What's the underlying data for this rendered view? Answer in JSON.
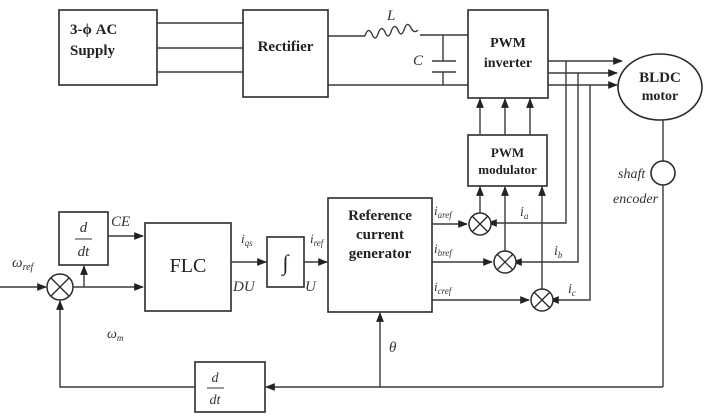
{
  "title": "BLDC motor drive with fuzzy logic speed controller - block diagram",
  "blocks": {
    "ac_supply": {
      "line1": "3-ϕ AC",
      "line2": "Supply"
    },
    "rectifier": {
      "label": "Rectifier"
    },
    "inductor": {
      "label": "L"
    },
    "capacitor": {
      "label": "C"
    },
    "pwm_inverter": {
      "line1": "PWM",
      "line2": "inverter"
    },
    "bldc_motor": {
      "line1": "BLDC",
      "line2": "motor"
    },
    "pwm_modulator": {
      "line1": "PWM",
      "line2": "modulator"
    },
    "shaft_encoder": {
      "line1": "shaft",
      "line2": "encoder"
    },
    "derivative_top": {
      "num": "d",
      "den": "dt"
    },
    "flc": {
      "label": "FLC"
    },
    "integrator": {
      "symbol": "∫"
    },
    "ref_current_gen": {
      "line1": "Reference",
      "line2": "current",
      "line3": "generator"
    },
    "derivative_bottom": {
      "num": "d",
      "den": "dt"
    }
  },
  "signals": {
    "omega_ref": {
      "base": "ω",
      "sub": "ref"
    },
    "omega_m": {
      "base": "ω",
      "sub": "m"
    },
    "ce": "CE",
    "du": "DU",
    "iqs": {
      "base": "i",
      "sub": "qs"
    },
    "iref": {
      "base": "i",
      "sub": "ref"
    },
    "u": "U",
    "theta": "θ",
    "iaref": {
      "base": "i",
      "sub": "aref"
    },
    "ibref": {
      "base": "i",
      "sub": "bref"
    },
    "icref": {
      "base": "i",
      "sub": "cref"
    },
    "ia": {
      "base": "i",
      "sub": "a"
    },
    "ib": {
      "base": "i",
      "sub": "b"
    },
    "ic": {
      "base": "i",
      "sub": "c"
    }
  }
}
